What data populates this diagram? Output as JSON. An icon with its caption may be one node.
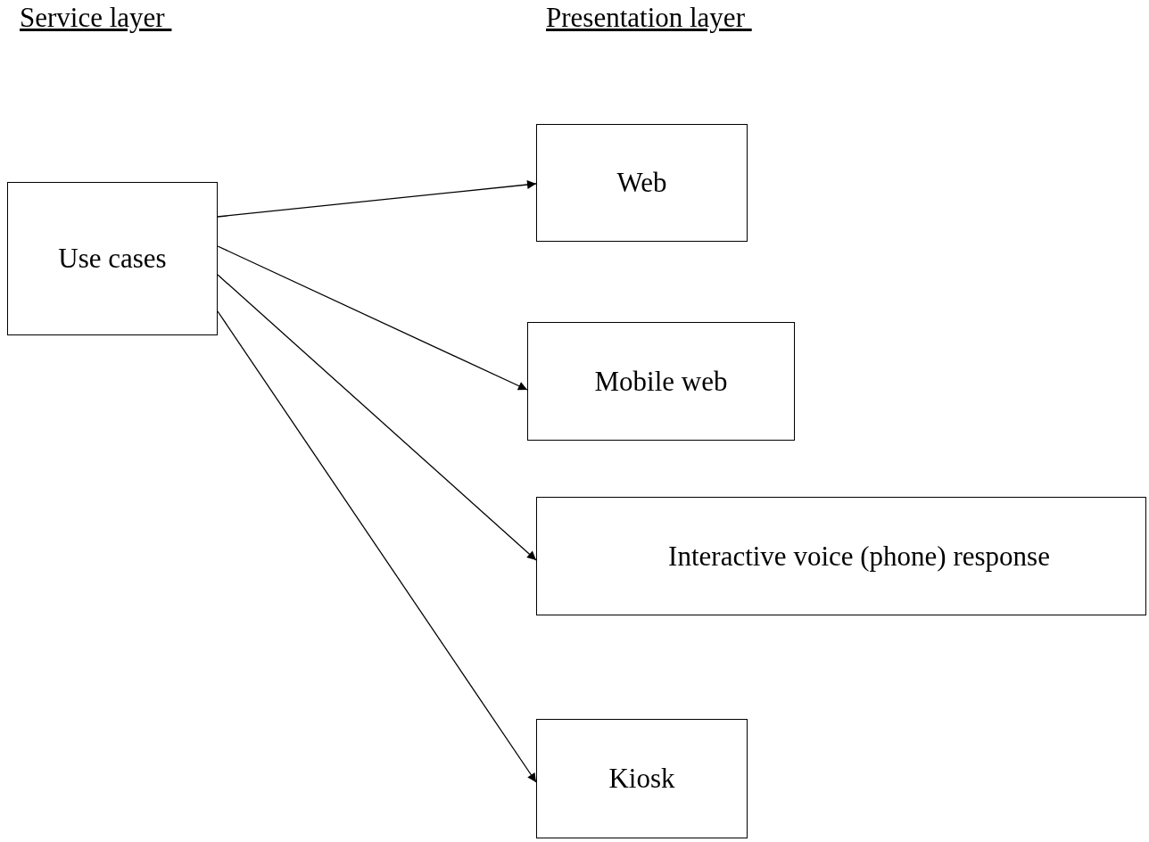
{
  "diagram": {
    "nodes": [
      {
        "text": [
          "Use cases"
        ]
      },
      {
        "text": [
          "Web"
        ]
      },
      {
        "text": [
          "Mobile web"
        ]
      },
      {
        "text": [
          "Interactive voice (phone) response"
        ]
      },
      {
        "text": [
          "Kiosk"
        ]
      }
    ],
    "edges": [
      {
        "from": 0,
        "to": 1,
        "arrow": "to"
      },
      {
        "from": 0,
        "to": 2,
        "arrow": "to"
      },
      {
        "from": 0,
        "to": 3,
        "arrow": "to"
      },
      {
        "from": 0,
        "to": 4,
        "arrow": "to"
      }
    ],
    "labels": [
      "Service layer",
      "Presentation layer"
    ]
  }
}
